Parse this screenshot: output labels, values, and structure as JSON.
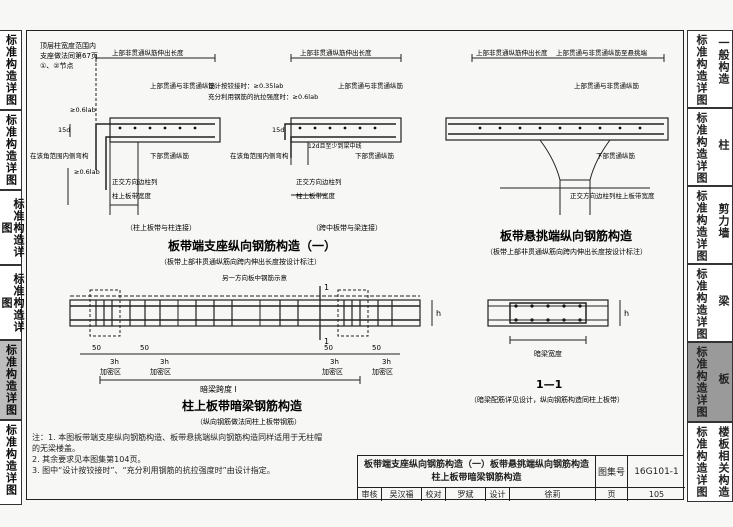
{
  "left_tabs": [
    {
      "text": "标准构造详图"
    },
    {
      "text": "标准构造详图"
    },
    {
      "text": "标准构造详图"
    },
    {
      "text": "标准构造详图"
    },
    {
      "text": "标准构造详图"
    },
    {
      "text": "标准构造详图"
    }
  ],
  "right_tabs": [
    {
      "a": "标准构造详图",
      "b": "一般构造"
    },
    {
      "a": "标准构造详图",
      "b": "柱"
    },
    {
      "a": "标准构造详图",
      "b": "剪力墙"
    },
    {
      "a": "标准构造详图",
      "b": "梁"
    },
    {
      "a": "标准构造详图",
      "b": "板"
    },
    {
      "a": "标准构造详图",
      "b": "楼板相关构造"
    }
  ],
  "drawing": {
    "d1_notes": [
      "顶层柱宽度范围内",
      "支座做法同第67页",
      "①、②节点"
    ],
    "d1_top_label": "上部非贯通纵筋伸出长度",
    "d1_label_a": "上部贯通与非贯通纵筋",
    "d1_label_b": "下部贯通纵筋",
    "d1_label_c": "在该角范围内侧弯构",
    "d1_label_d": "正交方向边柱列",
    "d1_label_e": "柱上板带宽度",
    "d1_dim_15d": "15d",
    "d1_dim_la": "≥0.6lab",
    "d1_dim_la2": "≥0.6lab",
    "d1_caption": "（柱上板带与柱连接）",
    "d2_top_label": "上部非贯通纵筋伸出长度",
    "d2_label_a": "设计按铰接时：≥0.35lab",
    "d2_label_b": "充分利用钢筋的抗拉强度时：≥0.6lab",
    "d2_label_c": "上部贯通与非贯通纵筋",
    "d2_label_d": "下部贯通纵筋",
    "d2_label_e": "12d且至少到梁中线",
    "d2_label_f": "在该角范围内侧弯构",
    "d2_label_g": "正交方向边柱列",
    "d2_label_h": "柱上板带宽度",
    "d2_dim_15d": "15d",
    "d2_caption": "（跨中板带与梁连接）",
    "t1_title": "板带端支座纵向钢筋构造（一）",
    "t1_sub": "（板带上部非贯通纵筋向跨内伸出长度按设计标注）",
    "d3_top_a": "上部非贯通纵筋伸出长度",
    "d3_top_b": "上部贯通与非贯通纵筋至悬挑端",
    "d3_label_a": "上部贯通与非贯通纵筋",
    "d3_label_b": "下部贯通纵筋",
    "d3_label_c": "正交方向边柱列柱上板带宽度",
    "t2_title": "板带悬挑端纵向钢筋构造",
    "t2_sub": "（板带上部非贯通纵筋向跨内伸出长度按设计标注）",
    "d4_label_a": "另一方向板中钢筋示意",
    "d4_dim_3h": "3h",
    "d4_dim_50": "50",
    "d4_dim_h": "h",
    "d4_dense": "加密区",
    "d4_span": "暗梁跨度 l",
    "d4_sec": "1",
    "t3_title": "柱上板带暗梁钢筋构造",
    "t3_sub": "（纵向钢筋做法同柱上板带钢筋）",
    "d5_label": "暗梁宽度",
    "d5_dim_h": "h",
    "t4_title": "1—1",
    "t4_sub": "（暗梁配筋详见设计，纵向钢筋构造同柱上板带）"
  },
  "notes": [
    "注：1. 本图板带端支座纵向钢筋构造、板带悬挑端纵向钢筋构造同样适用于无柱帽",
    "     的无梁楼盖。",
    "   2. 其余要求见本图集第104页。",
    "   3. 图中“设计按铰接时”、“充分利用钢筋的抗拉强度时”由设计指定。"
  ],
  "title_block": {
    "line1": "板带端支座纵向钢筋构造（一）板带悬挑端纵向钢筋构造",
    "line2": "柱上板带暗梁钢筋构造",
    "atlas_label": "图集号",
    "atlas_value": "16G101-1",
    "review": "审核",
    "reviewer": "吴汉福",
    "check": "校对",
    "checker": "罗斌",
    "design": "设计",
    "designer": "徐莉",
    "page_label": "页",
    "page_value": "105"
  }
}
